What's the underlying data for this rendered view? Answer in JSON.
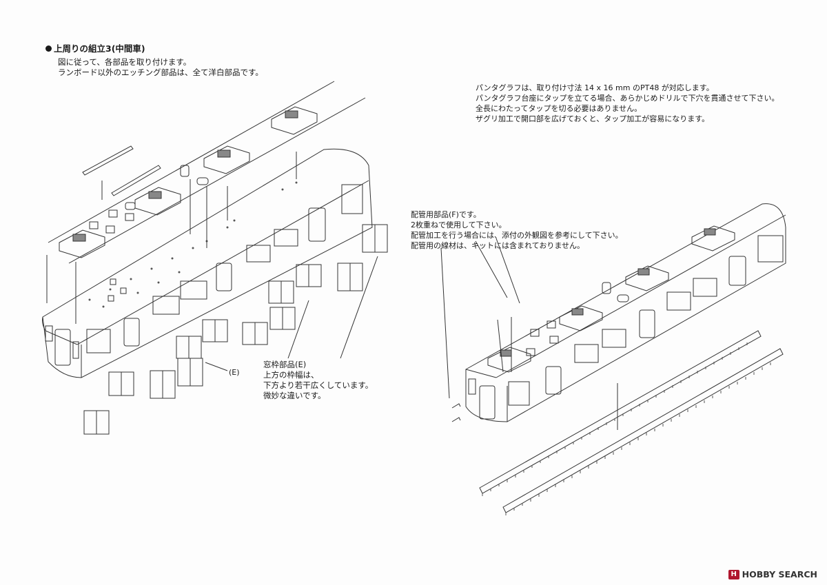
{
  "heading": "上周りの組立3(中間車)",
  "intro": [
    "図に従って、各部品を取り付けます。",
    "ランボード以外のエッチング部品は、全て洋白部品です。"
  ],
  "pantograph_notes": [
    "パンタグラフは、取り付け寸法  14 x 16 mm のPT48 が対応します。",
    "パンタグラフ台座にタップを立てる場合、あらかじめドリルで下穴を貫通させて下さい。",
    "全長にわたってタップを切る必要はありません。",
    "ザグリ加工で開口部を広げておくと、タップ加工が容易になります。"
  ],
  "piping_notes": [
    "配管用部品(F)です。",
    "2枚重ねで使用して下さい。",
    "配管加工を行う場合には、添付の外観図を参考にして下さい。",
    "配管用の線材は、キットには含まれておりません。"
  ],
  "window_frame_notes": [
    "窓枠部品(E)",
    "上方の枠幅は、",
    "下方より若干広くしています。",
    "微妙な違いです。"
  ],
  "part_label_e": "(E)",
  "watermark": {
    "logo": "H",
    "text": "HOBBY SEARCH"
  }
}
